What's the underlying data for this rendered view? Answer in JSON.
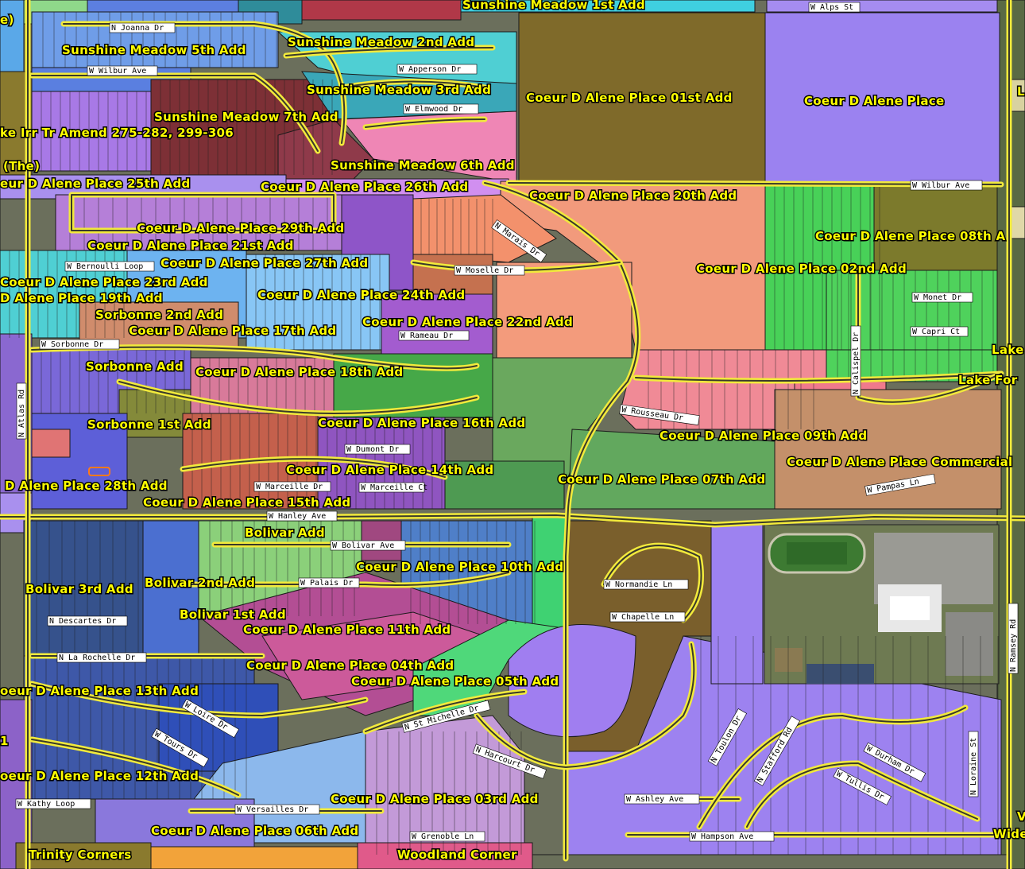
{
  "subdivisions": [
    "Sunshine Meadow 1st Add",
    "Sunshine Meadow 2nd Add",
    "Sunshine Meadow 5th Add",
    "Sunshine Meadow 3rd Add",
    "Coeur D Alene Place 01st Add",
    "Coeur D Alene Place",
    "Sunshine Meadow 7th Add",
    "ke Irr Tr Amend 275-282, 299-306",
    "(The)",
    "Sunshine Meadow 6th Add",
    "eur D Alene Place 25th Add",
    "Coeur D Alene Place 26th Add",
    "Coeur D Alene Place 20th Add",
    "Coeur D Alene Place 29th Add",
    "Coeur D Alene Place 21st Add",
    "Coeur D Alene Place 08th A",
    "Coeur D Alene Place 27th Add",
    "Coeur D Alene Place 02nd Add",
    "Coeur D Alene Place 23rd Add",
    "D Alene Place 19th Add",
    "Coeur D Alene Place 24th Add",
    "Sorbonne 2nd Add",
    "Coeur D Alene Place 22nd Add",
    "Coeur D Alene Place 17th Add",
    "Lake",
    "Sorbonne Add",
    "Coeur D Alene Place 18th Add",
    "Lake For",
    "Sorbonne 1st Add",
    "Coeur D Alene Place 16th Add",
    "Coeur D Alene Place 09th Add",
    "Coeur D Alene Place Commercial",
    "Coeur D Alene Place 14th Add",
    "Coeur D Alene Place 07th Add",
    "D Alene Place 28th Add",
    "Coeur D Alene Place 15th Add",
    "Bolivar Add",
    "Coeur D Alene Place 10th Add",
    "Bolivar 3rd Add",
    "Bolivar 2nd Add",
    "Bolivar 1st Add",
    "Coeur D Alene Place 11th Add",
    "Coeur D Alene Place 04th Add",
    "Coeur D Alene Place 05th Add",
    "oeur D Alene Place 13th Add",
    "oeur D Alene Place 12th Add",
    "Coeur D Alene Place 03rd Add",
    "Coeur D Alene Place 06th Add",
    "Trinity Corners",
    "Woodland Corner",
    "e)",
    "L",
    "V",
    "Wide",
    "1"
  ],
  "streets": [
    "W Alps St",
    "N Joanna Dr",
    "W Wilbur Ave",
    "W Apperson Dr",
    "W Elmwood Dr",
    "W Wilbur Ave",
    "N Marais Dr",
    "W Bernoulli Loop",
    "W Moselle Dr",
    "W Monet Dr",
    "W Capri Ct",
    "W Rameau Dr",
    "W Sorbonne Dr",
    "N Calispel Dr",
    "N Atlas Rd",
    "W Rousseau Dr",
    "W Dumont Dr",
    "W Marceille Dr",
    "W Marceille Ct",
    "W Pampas Ln",
    "W Hanley Ave",
    "W Bolivar Ave",
    "W Palais Dr",
    "W Normandie Ln",
    "W Chapelle Ln",
    "N Descartes Dr",
    "N Ramsey Rd",
    "N La Rochelle Dr",
    "W Loire Dr",
    "N St Michelle Dr",
    "W Tours Dr",
    "N Toulon Dr",
    "N Stafford Rd",
    "W Durham Dr",
    "N Loraine St",
    "N Harcourt Dr",
    "W Tullis Dr",
    "W Ashley Ave",
    "W Kathy Loop",
    "W Versailles Dr",
    "W Grenoble Ln",
    "W Hampson Ave"
  ],
  "colors": {
    "olive": "#8a7a2e",
    "lavender": "#9f86ee",
    "salmon": "#f39a7a",
    "green": "#4fd25c",
    "sea_green": "#6aa85e",
    "tan": "#c6906a",
    "dark_olive": "#7c7a2c",
    "coral": "#ee7f7f",
    "sky": "#6db3f0",
    "cyan": "#4fcfd3",
    "pink": "#ef86b5",
    "maroon": "#8a3a40",
    "purple": "#8e55c8",
    "orange": "#f2a33a",
    "navy": "#3a5aa8",
    "label_fill": "#ffff00",
    "road": "#f2ea3c"
  }
}
